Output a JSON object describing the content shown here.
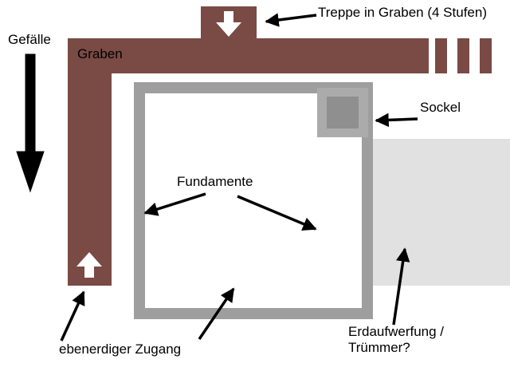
{
  "colors": {
    "background": "#ffffff",
    "ditch-brown": "#7a4a44",
    "foundation-gray": "#9e9e9e",
    "socle-gray": "#ababab",
    "socle-inner-gray": "#8f8f8f",
    "mound-gray": "#e1e1e1",
    "annotation-black": "#000000",
    "arrow-white": "#ffffff"
  },
  "labels": {
    "gefaelle": "Gefälle",
    "graben": "Graben",
    "treppe": "Treppe in Graben (4 Stufen)",
    "sockel": "Sockel",
    "fundamente": "Fundamente",
    "erdaufwerfung": "Erdaufwerfung /\nTrümmer?",
    "zugang": "ebenerdiger Zugang"
  },
  "icons": {
    "stairs_down": "white-down-arrow",
    "ground_access_up": "white-up-arrow",
    "slope_down": "thick-black-down-arrow"
  }
}
